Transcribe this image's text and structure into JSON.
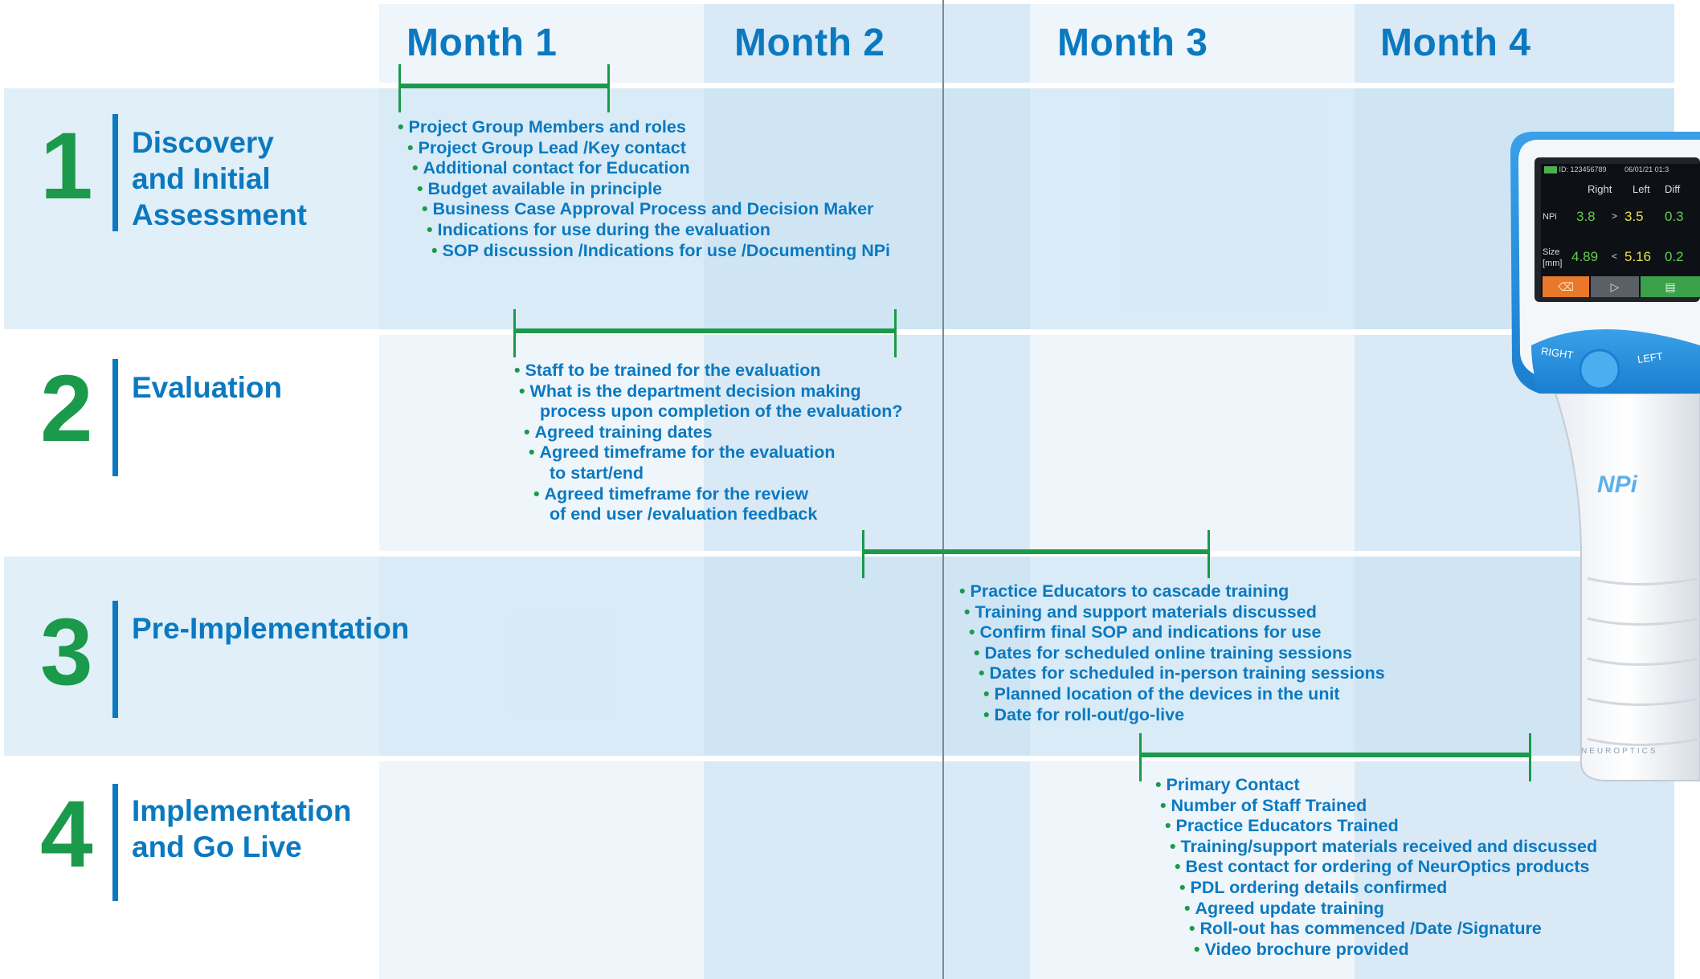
{
  "months": [
    "Month 1",
    "Month 2",
    "Month 3",
    "Month 4"
  ],
  "phases": [
    {
      "number": "1",
      "title_lines": [
        "Discovery",
        "and Initial",
        "Assessment"
      ],
      "items": [
        "Project Group Members and roles",
        "Project Group Lead /Key contact",
        "Additional contact for Education",
        "Budget available in principle",
        "Business Case Approval Process and Decision Maker",
        "Indications for use during the evaluation",
        "SOP discussion /Indications for use /Documenting NPi"
      ]
    },
    {
      "number": "2",
      "title_lines": [
        "Evaluation"
      ],
      "items": [
        "Staff to be trained for the evaluation",
        "What is the department decision making",
        "process upon completion of the evaluation?",
        "Agreed training dates",
        "Agreed timeframe for the evaluation",
        "to start/end",
        "Agreed timeframe for the review",
        "of end user /evaluation feedback"
      ]
    },
    {
      "number": "3",
      "title_lines": [
        "Pre-Implementation"
      ],
      "items": [
        "Practice Educators to cascade training",
        "Training and support materials discussed",
        "Confirm final SOP and indications for use",
        "Dates for scheduled online training sessions",
        "Dates for scheduled in-person training sessions",
        "Planned location of the devices in the unit",
        "Date for roll-out/go-live"
      ]
    },
    {
      "number": "4",
      "title_lines": [
        "Implementation",
        "and Go Live"
      ],
      "items": [
        "Primary Contact",
        "Number of Staff Trained",
        "Practice Educators Trained",
        "Training/support materials received and discussed",
        "Best contact for ordering of NeurOptics products",
        "PDL ordering details confirmed",
        "Agreed update training",
        "Roll-out has commenced /Date /Signature",
        "Video brochure provided"
      ]
    }
  ],
  "device": {
    "screen": {
      "id": "ID: 123456789",
      "datetime": "06/01/21 01:3",
      "col_right": "Right",
      "col_left": "Left",
      "col_diff": "Diff",
      "row1_label": "NPi",
      "row1_right": "3.8",
      "row1_cmp": ">",
      "row1_left": "3.5",
      "row1_diff": "0.3",
      "row2_label": "Size",
      "row2_unit": "[mm]",
      "row2_right": "4.89",
      "row2_cmp": "<",
      "row2_left": "5.16",
      "row2_diff": "0.2"
    },
    "button_right": "RIGHT",
    "button_left": "LEFT",
    "logo": "NPi",
    "brand": "NEUROPTICS"
  },
  "colors": {
    "primary_blue": "#0b79c0",
    "green": "#1a9a4a"
  }
}
